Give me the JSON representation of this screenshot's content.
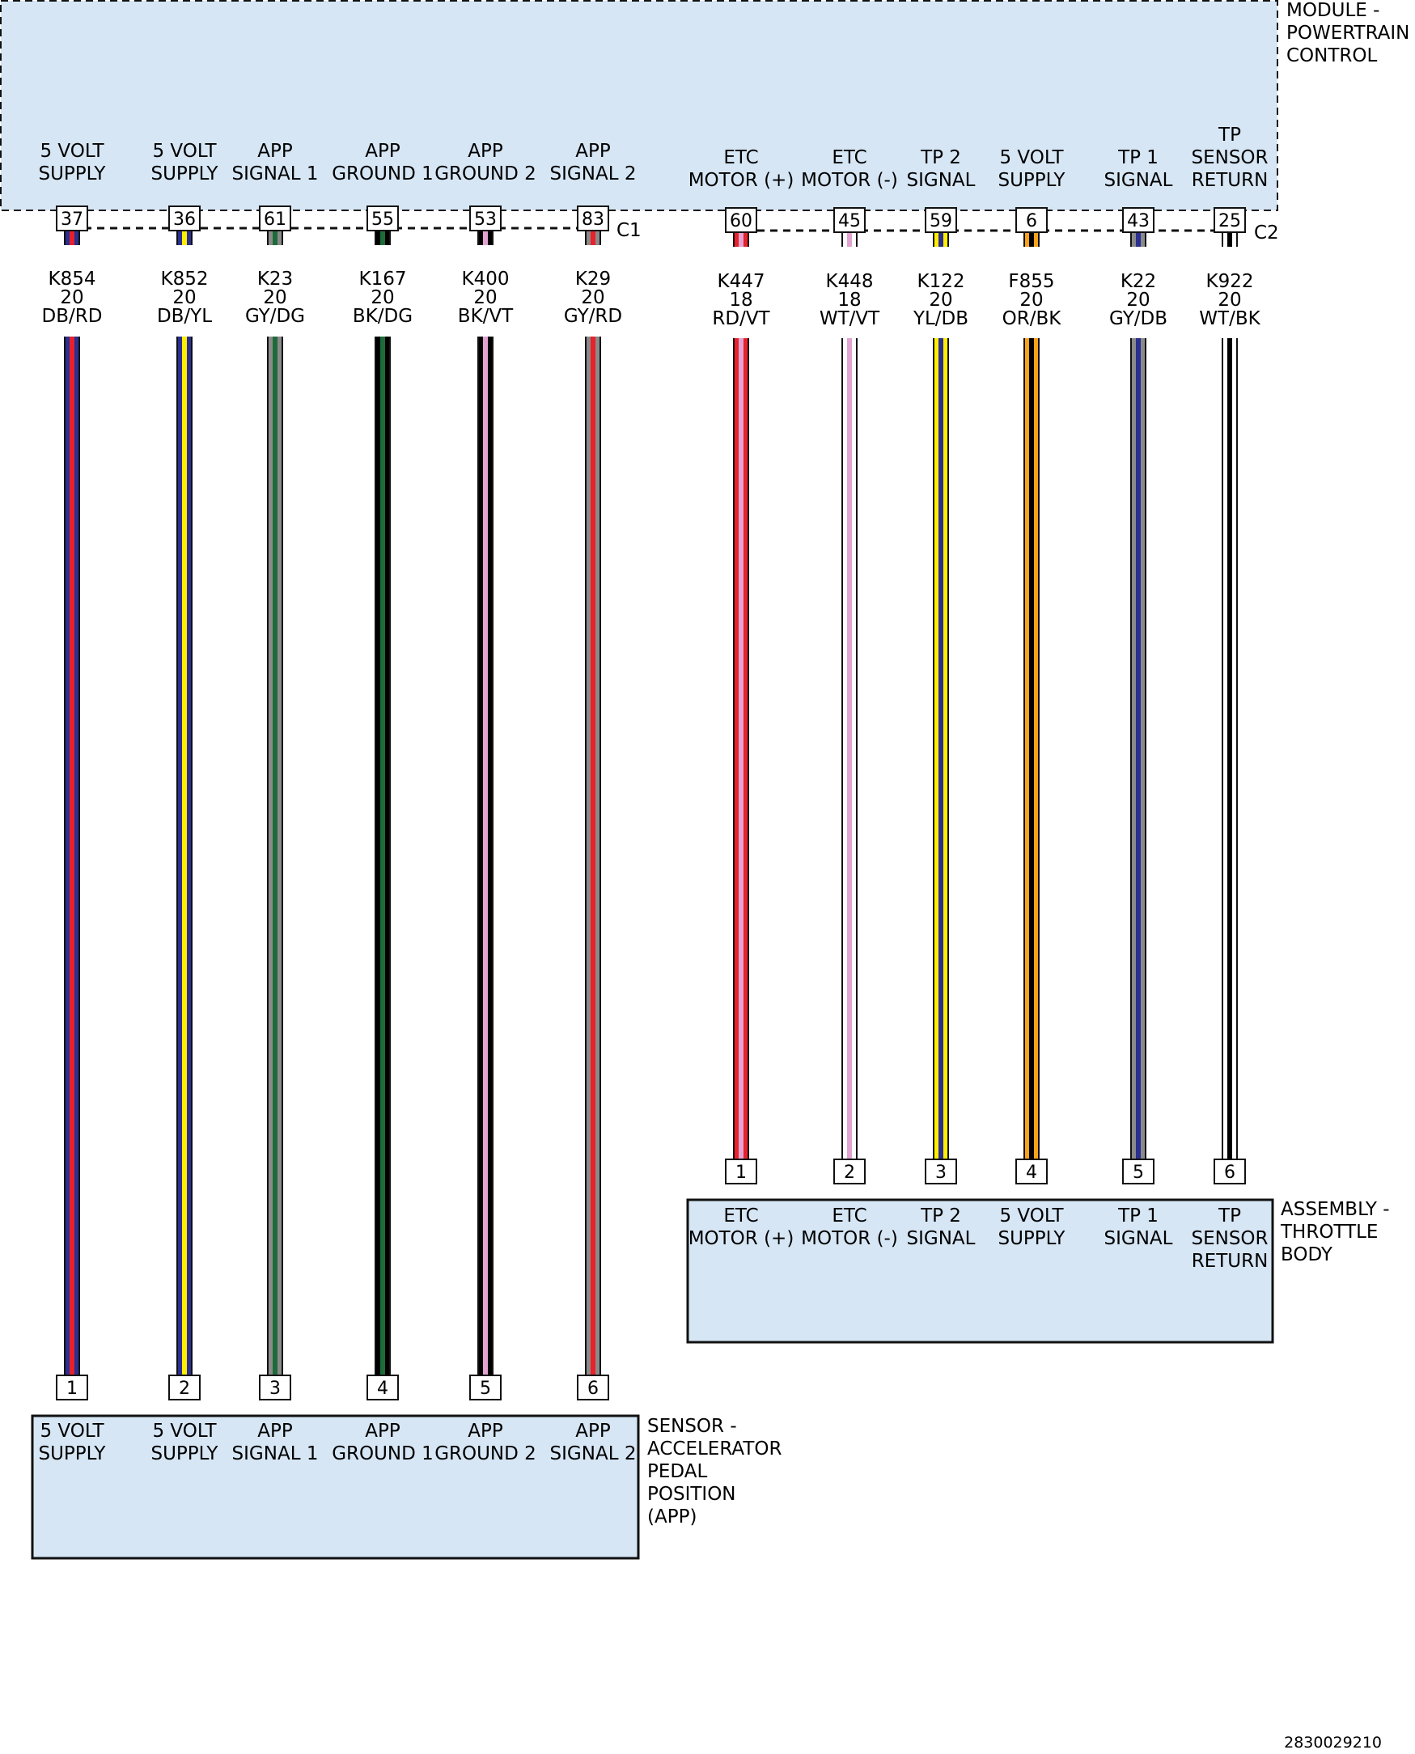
{
  "pcm": {
    "label": [
      "MODULE -",
      "POWERTRAIN",
      "CONTROL"
    ],
    "c1_label": "C1",
    "c2_label": "C2"
  },
  "app_sensor": {
    "label": [
      "SENSOR -",
      "ACCELERATOR",
      "PEDAL",
      "POSITION",
      "(APP)"
    ]
  },
  "throttle_body": {
    "label": [
      "ASSEMBLY -",
      "THROTTLE",
      "BODY"
    ]
  },
  "diagram_id": "2830029210",
  "colors": {
    "module_fill": "#d6e6f5",
    "DB": "#2b2f8f",
    "RD": "#e8212b",
    "YL": "#ffee00",
    "GY": "#8a8a8a",
    "DG": "#1e6b3a",
    "BK": "#000000",
    "VT": "#e2a3d0",
    "WT": "#ffffff",
    "OR": "#f7a21b"
  },
  "wires": [
    {
      "group": "app",
      "pcm_pin": "37",
      "pcm_func": [
        "5 VOLT",
        "SUPPLY"
      ],
      "circuit": "K854",
      "gauge": "20",
      "color": "DB/RD",
      "base": "DB",
      "stripe": "RD",
      "dev_pin": "1",
      "dev_func": [
        "5 VOLT",
        "SUPPLY"
      ]
    },
    {
      "group": "app",
      "pcm_pin": "36",
      "pcm_func": [
        "5 VOLT",
        "SUPPLY"
      ],
      "circuit": "K852",
      "gauge": "20",
      "color": "DB/YL",
      "base": "DB",
      "stripe": "YL",
      "dev_pin": "2",
      "dev_func": [
        "5 VOLT",
        "SUPPLY"
      ]
    },
    {
      "group": "app",
      "pcm_pin": "61",
      "pcm_func": [
        "APP",
        "SIGNAL 1"
      ],
      "circuit": "K23",
      "gauge": "20",
      "color": "GY/DG",
      "base": "GY",
      "stripe": "DG",
      "dev_pin": "3",
      "dev_func": [
        "APP",
        "SIGNAL 1"
      ]
    },
    {
      "group": "app",
      "pcm_pin": "55",
      "pcm_func": [
        "APP",
        "GROUND 1"
      ],
      "circuit": "K167",
      "gauge": "20",
      "color": "BK/DG",
      "base": "BK",
      "stripe": "DG",
      "dev_pin": "4",
      "dev_func": [
        "APP",
        "GROUND 1"
      ]
    },
    {
      "group": "app",
      "pcm_pin": "53",
      "pcm_func": [
        "APP",
        "GROUND 2"
      ],
      "circuit": "K400",
      "gauge": "20",
      "color": "BK/VT",
      "base": "BK",
      "stripe": "VT",
      "dev_pin": "5",
      "dev_func": [
        "APP",
        "GROUND 2"
      ]
    },
    {
      "group": "app",
      "pcm_pin": "83",
      "pcm_func": [
        "APP",
        "SIGNAL 2"
      ],
      "circuit": "K29",
      "gauge": "20",
      "color": "GY/RD",
      "base": "GY",
      "stripe": "RD",
      "dev_pin": "6",
      "dev_func": [
        "APP",
        "SIGNAL 2"
      ]
    },
    {
      "group": "tb",
      "pcm_pin": "60",
      "pcm_func": [
        "ETC",
        "MOTOR (+)"
      ],
      "circuit": "K447",
      "gauge": "18",
      "color": "RD/VT",
      "base": "RD",
      "stripe": "VT",
      "dev_pin": "1",
      "dev_func": [
        "ETC",
        "MOTOR (+)"
      ]
    },
    {
      "group": "tb",
      "pcm_pin": "45",
      "pcm_func": [
        "ETC",
        "MOTOR (-)"
      ],
      "circuit": "K448",
      "gauge": "18",
      "color": "WT/VT",
      "base": "WT",
      "stripe": "VT",
      "dev_pin": "2",
      "dev_func": [
        "ETC",
        "MOTOR (-)"
      ]
    },
    {
      "group": "tb",
      "pcm_pin": "59",
      "pcm_func": [
        "TP 2",
        "SIGNAL"
      ],
      "circuit": "K122",
      "gauge": "20",
      "color": "YL/DB",
      "base": "YL",
      "stripe": "DB",
      "dev_pin": "3",
      "dev_func": [
        "TP 2",
        "SIGNAL"
      ]
    },
    {
      "group": "tb",
      "pcm_pin": "6",
      "pcm_func": [
        "5 VOLT",
        "SUPPLY"
      ],
      "circuit": "F855",
      "gauge": "20",
      "color": "OR/BK",
      "base": "OR",
      "stripe": "BK",
      "dev_pin": "4",
      "dev_func": [
        "5 VOLT",
        "SUPPLY"
      ]
    },
    {
      "group": "tb",
      "pcm_pin": "43",
      "pcm_func": [
        "TP 1",
        "SIGNAL"
      ],
      "circuit": "K22",
      "gauge": "20",
      "color": "GY/DB",
      "base": "GY",
      "stripe": "DB",
      "dev_pin": "5",
      "dev_func": [
        "TP 1",
        "SIGNAL"
      ]
    },
    {
      "group": "tb",
      "pcm_pin": "25",
      "pcm_func": [
        "TP",
        "SENSOR",
        "RETURN"
      ],
      "circuit": "K922",
      "gauge": "20",
      "color": "WT/BK",
      "base": "WT",
      "stripe": "BK",
      "dev_pin": "6",
      "dev_func": [
        "TP",
        "SENSOR",
        "RETURN"
      ]
    }
  ]
}
